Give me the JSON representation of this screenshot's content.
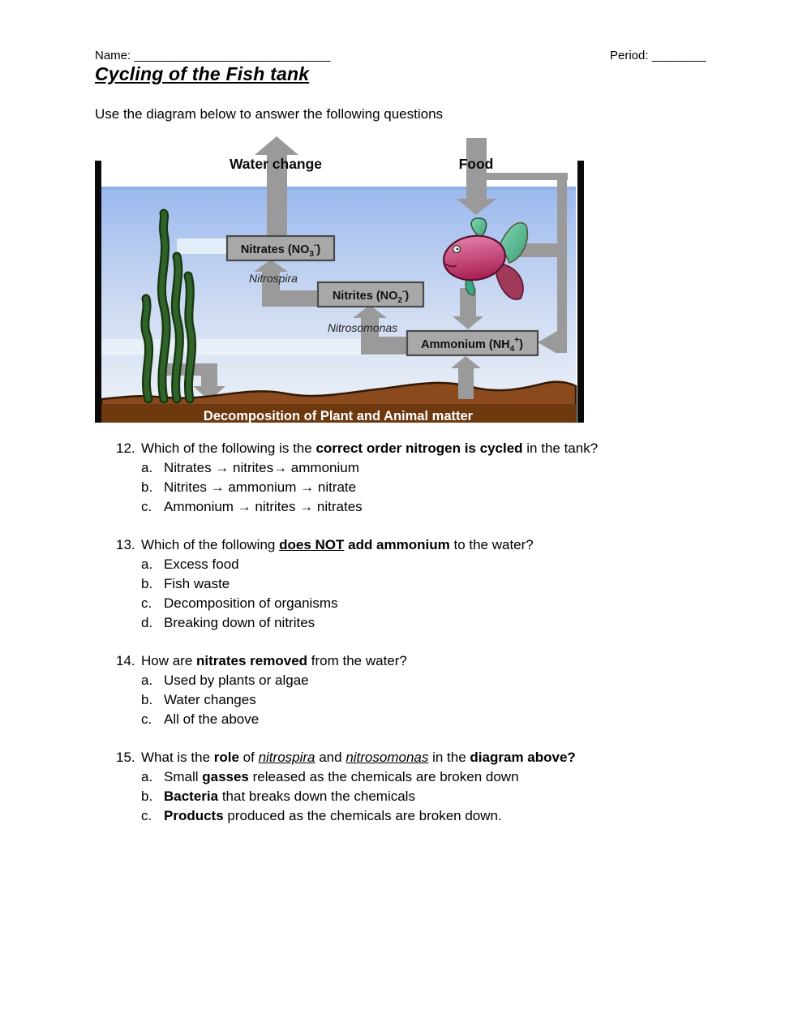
{
  "header": {
    "name_label": "Name:",
    "name_line": "_____________________________",
    "period_label": "Period:",
    "period_line": "________",
    "title": "Cycling of the Fish tank",
    "instruction": "Use the diagram below to answer the following questions"
  },
  "diagram": {
    "water_change_label": "Water change",
    "food_label": "Food",
    "boxes": {
      "nitrates": {
        "prefix": "Nitrates (NO",
        "sub": "3",
        "sup": "-",
        "suffix": ")"
      },
      "nitrites": {
        "prefix": "Nitrites (NO",
        "sub": "2",
        "sup": "-",
        "suffix": ")"
      },
      "ammonium": {
        "prefix": "Ammonium (NH",
        "sub": "4",
        "sup": "+",
        "suffix": ")"
      }
    },
    "bacteria": {
      "nitrospira": "Nitrospira",
      "nitrosomonas": "Nitrosomonas"
    },
    "substrate_label": "Decomposition of Plant and Animal matter",
    "colors": {
      "arrow": "#9a9a9a",
      "box_fill": "#a8a8a8",
      "box_border": "#4a4a4a",
      "water_top": "#9bb9ee",
      "water_bottom": "#e9eef7",
      "substrate_dark": "#6f3910",
      "substrate_light": "#8a4a1e",
      "plant_green": "#2f6329",
      "fish_pink": "#c22760",
      "fish_fin": "#6fd0a8"
    }
  },
  "questions": {
    "q12": {
      "number": "12.",
      "s1": "Which of the following is the ",
      "s2": "correct order nitrogen is cycled",
      "s3": " in the tank?",
      "a_letter": "a.",
      "a_text": "Nitrates → nitrites→ ammonium",
      "b_letter": "b.",
      "b_text": "Nitrites → ammonium → nitrate",
      "c_letter": "c.",
      "c_text": "Ammonium → nitrites → nitrates"
    },
    "q13": {
      "number": "13.",
      "s1": "Which of the following ",
      "s2": "does NOT",
      "s3": " add ammonium",
      "s4": " to the water?",
      "a_letter": "a.",
      "a_text": "Excess food",
      "b_letter": "b.",
      "b_text": "Fish waste",
      "c_letter": "c.",
      "c_text": "Decomposition of organisms",
      "d_letter": "d.",
      "d_text": "Breaking down of nitrites"
    },
    "q14": {
      "number": "14.",
      "s1": "How are ",
      "s2": "nitrates removed",
      "s3": " from the water?",
      "a_letter": "a.",
      "a_text": "Used by plants or algae",
      "b_letter": "b.",
      "b_text": "Water changes",
      "c_letter": "c.",
      "c_text": "All of the above"
    },
    "q15": {
      "number": "15.",
      "s1": "What is the ",
      "s2": "role",
      "s3": " of ",
      "s4": "nitrospira",
      "s5": " and ",
      "s6": "nitrosomonas",
      "s7": " in the ",
      "s8": "diagram above?",
      "a_letter": "a.",
      "a_pre": "Small ",
      "a_strong": "gasses",
      "a_post": " released as the chemicals are broken down",
      "b_letter": "b.",
      "b_strong": "Bacteria",
      "b_post": " that breaks down the chemicals",
      "c_letter": "c.",
      "c_strong": "Products",
      "c_post": " produced as the chemicals are broken down."
    }
  }
}
